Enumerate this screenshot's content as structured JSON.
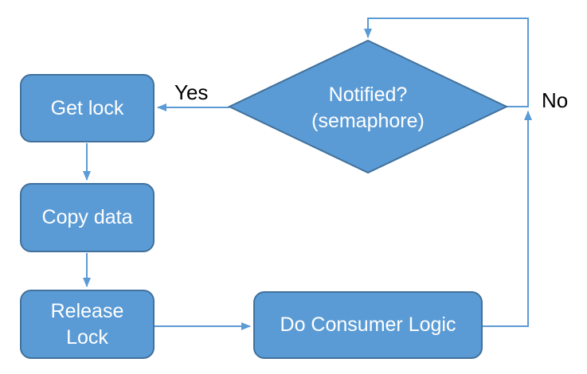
{
  "colors": {
    "background": "#ffffff",
    "shape_fill": "#5b9bd5",
    "shape_border": "#41719c",
    "connector": "#5b9bd5",
    "shape_text": "#ffffff",
    "edge_label_text": "#000000"
  },
  "nodes": {
    "notified": {
      "line1": "Notified?",
      "line2": "(semaphore)"
    },
    "get_lock": {
      "label": "Get lock"
    },
    "copy_data": {
      "label": "Copy data"
    },
    "release_lock": {
      "line1": "Release",
      "line2": "Lock"
    },
    "do_consumer_logic": {
      "label": "Do Consumer Logic"
    }
  },
  "edge_labels": {
    "yes": "Yes",
    "no": "No"
  }
}
